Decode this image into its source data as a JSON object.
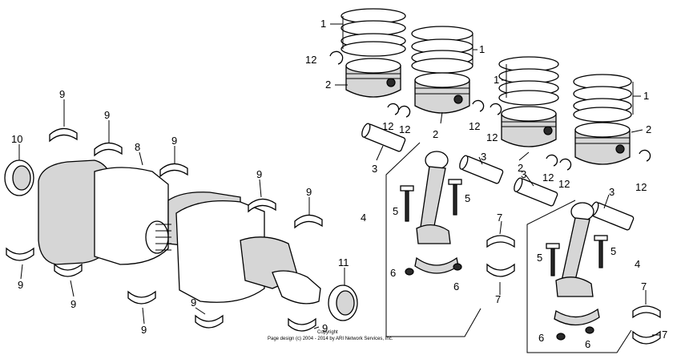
{
  "diagram": {
    "callouts": {
      "ring_set": "1",
      "piston": "2",
      "piston_pin": "3",
      "connecting_rod": "4",
      "rod_bolt": "5",
      "rod_nut": "6",
      "rod_bearing": "7",
      "crankshaft": "8",
      "main_bearing": "9",
      "rear_oil_seal": "10",
      "front_oil_seal": "11",
      "pin_clip": "12"
    },
    "copyright_line1": "Copyright",
    "copyright_line2": "Page design (c) 2004 - 2014 by ARI Network Services, Inc."
  }
}
